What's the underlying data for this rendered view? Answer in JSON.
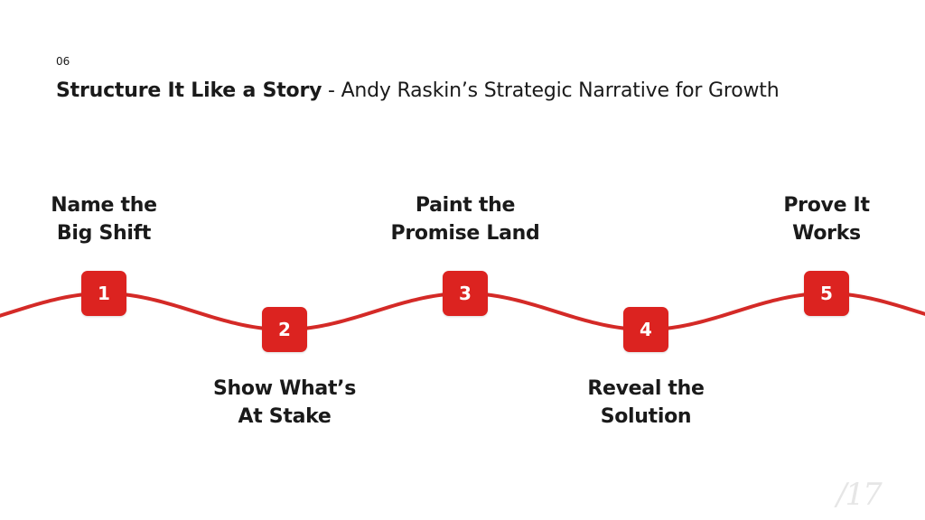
{
  "slide": {
    "number": "06",
    "title_bold": "Structure It Like a Story",
    "title_rest": " - Andy Raskin’s Strategic Narrative for Growth",
    "logo": "/17"
  },
  "accent_color": "#dc2320",
  "steps": [
    {
      "n": "1",
      "line1": "Name the",
      "line2": "Big Shift",
      "position": "above"
    },
    {
      "n": "2",
      "line1": "Show What’s",
      "line2": "At Stake",
      "position": "below"
    },
    {
      "n": "3",
      "line1": "Paint the",
      "line2": "Promise Land",
      "position": "above"
    },
    {
      "n": "4",
      "line1": "Reveal the",
      "line2": "Solution",
      "position": "below"
    },
    {
      "n": "5",
      "line1": "Prove It",
      "line2": "Works",
      "position": "above"
    }
  ]
}
